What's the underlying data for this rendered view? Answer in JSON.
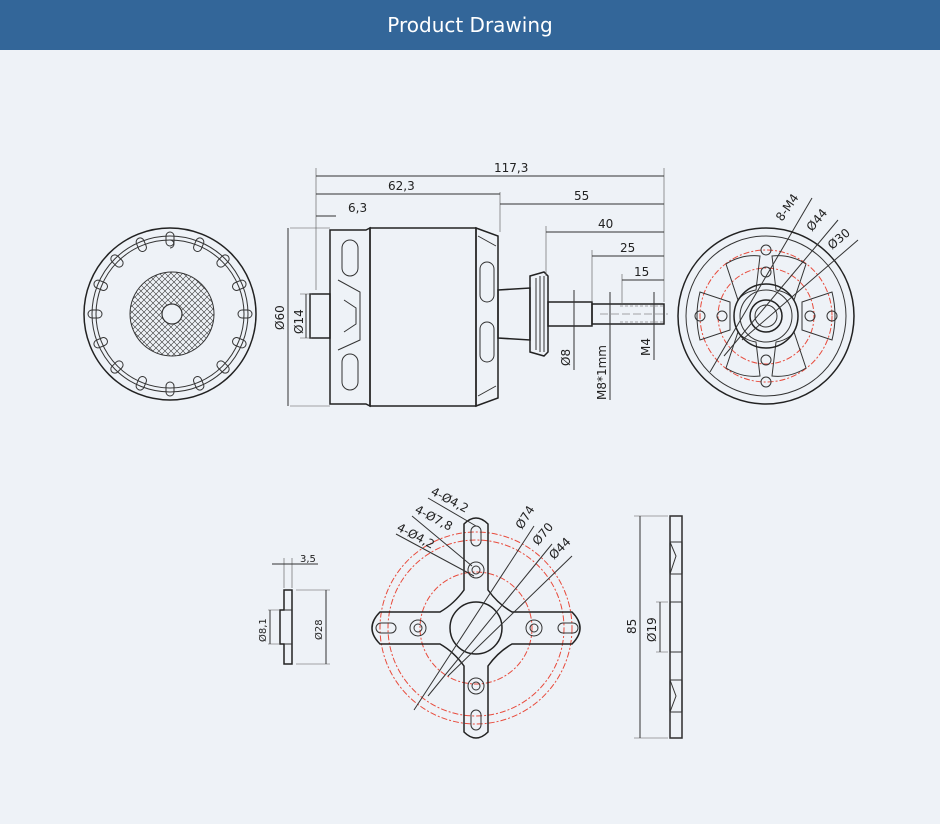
{
  "header": {
    "title": "Product Drawing"
  },
  "colors": {
    "header_bg": "#336699",
    "page_bg": "#eef2f7",
    "line": "#333333",
    "center_line": "#e84b3c"
  },
  "side_view_dims": {
    "total_length": "117,3",
    "body_length": "62,3",
    "front_offset": "6,3",
    "shaft_55": "55",
    "shaft_40": "40",
    "shaft_25": "25",
    "shaft_15": "15",
    "diameter_60": "Ø60",
    "diameter_14": "Ø14",
    "diameter_8": "Ø8",
    "thread_m8": "M8*1mm",
    "thread_m4": "M4"
  },
  "front_view_dims": {
    "holes": "8-M4",
    "diameter_44": "Ø44",
    "diameter_30": "Ø30"
  },
  "mount_dims": {
    "holes_42_a": "4-Ø4,2",
    "holes_78": "4-Ø7,8",
    "holes_42_b": "4-Ø4,2",
    "diameter_74": "Ø74",
    "diameter_70": "Ø70",
    "diameter_44": "Ø44"
  },
  "adapter_dims": {
    "thickness": "3,5",
    "diameter_8_1": "Ø8,1",
    "diameter_28": "Ø28"
  },
  "plate_dims": {
    "height": "85",
    "diameter_19": "Ø19"
  }
}
